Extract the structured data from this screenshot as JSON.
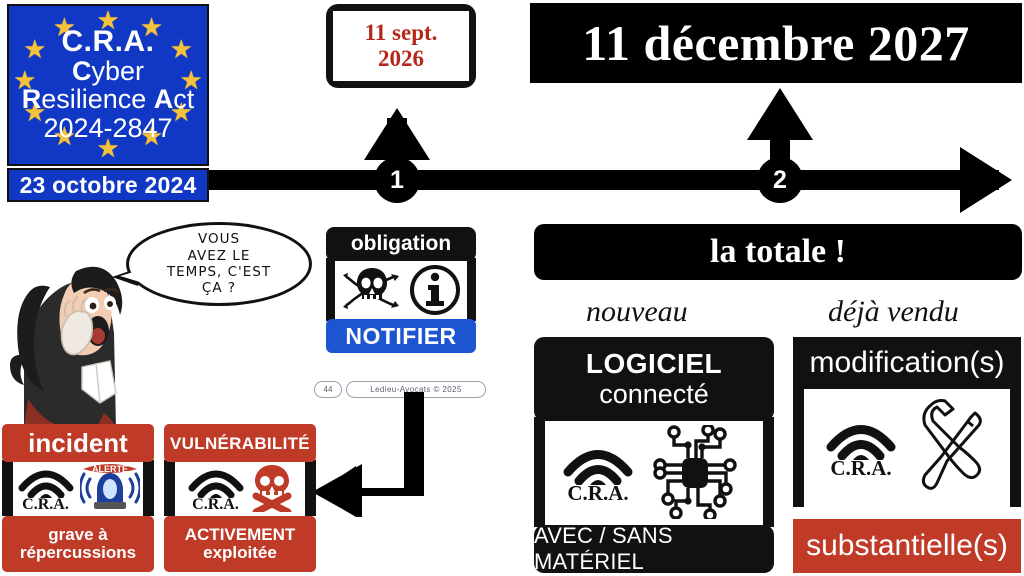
{
  "logo": {
    "line1": "C.R.A.",
    "line2_bold": "C",
    "line2_rest": "yber",
    "line3_bold1": "R",
    "line3_mid": "esilience ",
    "line3_bold2": "A",
    "line3_rest": "ct",
    "line4": "2024-2847",
    "flag_color": "#1038c4",
    "star_color": "#f5c23e"
  },
  "dates": {
    "start": "23 octobre 2024",
    "milestone1_line1": "11 sept.",
    "milestone1_line2": "2026",
    "milestone2": "11 décembre 2027",
    "milestone1_color": "#b5281b"
  },
  "timeline": {
    "node1": "1",
    "node2": "2"
  },
  "speech": {
    "line1": "VOUS",
    "line2": "AVEZ LE",
    "line3": "TEMPS, C'EST",
    "line4": "ÇA ?"
  },
  "obligation": {
    "header": "obligation",
    "icon_skull": "skull-and-crossed-swords-icon",
    "icon_info": "information-circle-icon",
    "action": "NOTIFIER",
    "action_color": "#1d54d0"
  },
  "credit": {
    "page_number": "44",
    "text": "Ledieu-Avocats  ©  2025"
  },
  "cards": [
    {
      "id": "incident",
      "title": "incident",
      "icon_left": "wifi-cra-icon",
      "icon_right": "alert-beacon-icon",
      "footer_line1": "grave à",
      "footer_line2": "répercussions",
      "color": "#bf3a27"
    },
    {
      "id": "vulnerabilite",
      "title": "VULNÉRABILITÉ",
      "icon_left": "wifi-cra-icon",
      "icon_right": "skull-and-crossbones-icon",
      "footer_line1": "ACTIVEMENT",
      "footer_line2": "exploitée",
      "color": "#bf3a27"
    }
  ],
  "right_panel": {
    "banner": "la totale !",
    "subtitle_left": "nouveau",
    "subtitle_right": "déjà vendu",
    "software": {
      "header_line1": "LOGICIEL",
      "header_line2": "connecté",
      "icon_left": "wifi-cra-icon",
      "icon_right": "microchip-circuit-icon",
      "footer": "AVEC / SANS MATÉRIEL"
    },
    "modification": {
      "header": "modification(s)",
      "icon_left": "wifi-cra-icon",
      "icon_right": "wrench-and-screwdriver-icon",
      "footer": "substantielle(s)",
      "footer_color": "#bf3a27"
    }
  },
  "cra_label": "C.R.A."
}
